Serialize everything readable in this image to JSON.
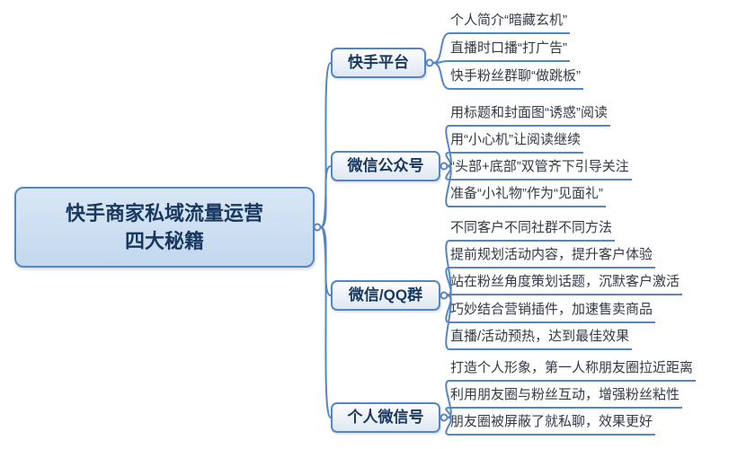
{
  "root": {
    "line1": "快手商家私域流量运营",
    "line2": "四大秘籍"
  },
  "branches": [
    {
      "label": "快手平台",
      "leaves": [
        "个人简介“暗藏玄机”",
        "直播时口播“打广告”",
        "快手粉丝群聊“做跳板”"
      ]
    },
    {
      "label": "微信公众号",
      "leaves": [
        "用标题和封面图“诱惑”阅读",
        "用“小心机”让阅读继续",
        "“头部+底部”双管齐下引导关注",
        "准备“小礼物”作为“见面礼”"
      ]
    },
    {
      "label": "微信/QQ群",
      "leaves": [
        "不同客户不同社群不同方法",
        "提前规划活动内容，提升客户体验",
        "站在粉丝角度策划话题，沉默客户激活",
        "巧妙结合营销插件，加速售卖商品",
        "直播/活动预热，达到最佳效果"
      ]
    },
    {
      "label": "个人微信号",
      "leaves": [
        "打造个人形象，第一人称朋友圈拉近距离",
        "利用朋友圈与粉丝互动，增强粉丝粘性",
        "朋友圈被屏蔽了就私聊，效果更好"
      ]
    }
  ],
  "colors": {
    "accent": "#5585c2",
    "root_fill": "#c3d8ee",
    "node_text": "#17375e",
    "leaf_text": "#333a45"
  }
}
